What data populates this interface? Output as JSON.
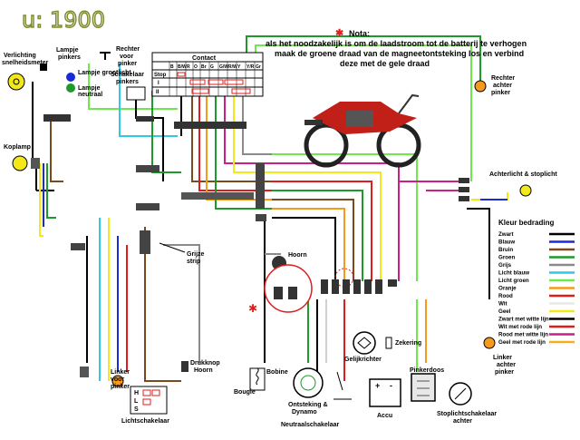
{
  "title": "u: 1900",
  "nota": {
    "heading": "Nota:",
    "lines": [
      "als het noodzakelijk is om de laadstroom tot de batterij te verhogen",
      "maak de groene draad van de magneetontsteking los en verbind",
      "deze met de gele draad"
    ],
    "marker_color": "#e02020"
  },
  "labels": {
    "verlichting": [
      "Verlichting",
      "snelheidsmeter"
    ],
    "lampje_pinkers": [
      "Lampje",
      "pinkers"
    ],
    "lampje_grootlicht": "Lampje grootlicht",
    "lampje_neutraal": [
      "Lampje",
      "neutraal"
    ],
    "rechter_voor_pinker": [
      "Rechter",
      "voor",
      "pinker"
    ],
    "schakelaar_pinkers": [
      "Schakelaar",
      "pinkers"
    ],
    "rechter_achter_pinker": [
      "Rechter",
      "achter",
      "pinker"
    ],
    "koplamp": "Koplamp",
    "achterlicht": "Achterlicht & stoplicht",
    "grijze_strip": [
      "Grijze",
      "strip"
    ],
    "hoorn": "Hoorn",
    "zekering": "Zekering",
    "gelijkrichter": "Gelijkrichter",
    "bobine": "Bobine",
    "bougie": "Bougie",
    "ontsteking": [
      "Ontsteking &",
      "Dynamo"
    ],
    "neutraalschakelaar": "Neutraalschakelaar",
    "accu": "Accu",
    "pinkerdoos": "Pinkerdoos",
    "stoplichtschakelaar": [
      "Stoplichtschakelaar",
      "achter"
    ],
    "linker_achter_pinker": [
      "Linker",
      "achter",
      "pinker"
    ],
    "linker_voor_pinker": [
      "Linker",
      "voor",
      "pinker"
    ],
    "lichtschakelaar": "Lichtschakelaar",
    "drukknop": [
      "Drukknop",
      "Hoorn"
    ]
  },
  "contact": {
    "title": "Contact",
    "headers": [
      "B",
      "B/W",
      "R",
      "O",
      "Br",
      "G",
      "G/W",
      "R/W",
      "Y",
      "Y/R",
      "Gr"
    ],
    "rows": [
      "Stop",
      "I",
      "II"
    ]
  },
  "lichtschakelaar_rows": [
    "H",
    "L",
    "S"
  ],
  "accu_signs": [
    "+",
    "-"
  ],
  "legend": {
    "title": "Kleur bedrading",
    "items": [
      {
        "name": "Zwart",
        "color": "#000000"
      },
      {
        "name": "Blauw",
        "color": "#1a2bd6"
      },
      {
        "name": "Bruin",
        "color": "#7a4a1e"
      },
      {
        "name": "Groen",
        "color": "#1e9a2a"
      },
      {
        "name": "Grijs",
        "color": "#8a8a8a"
      },
      {
        "name": "Licht blauw",
        "color": "#2ec8e8"
      },
      {
        "name": "Licht groen",
        "color": "#6ee84a"
      },
      {
        "name": "Oranje",
        "color": "#f59a1a"
      },
      {
        "name": "Rood",
        "color": "#e01c1c"
      },
      {
        "name": "Wit",
        "color": "#e8e8e8"
      },
      {
        "name": "Geel",
        "color": "#f2e81a"
      },
      {
        "name": "Zwart met witte lijn",
        "color": "#000000"
      },
      {
        "name": "Wit met rode lijn",
        "color": "#e01c1c"
      },
      {
        "name": "Rood met witte lijn",
        "color": "#c8208a"
      },
      {
        "name": "Geel met rode lijn",
        "color": "#f2b01a"
      }
    ]
  }
}
